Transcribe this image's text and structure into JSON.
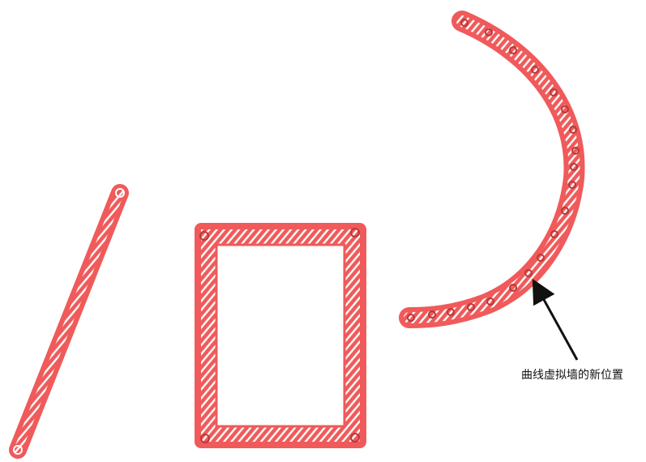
{
  "annotation": {
    "text": "曲线虚拟墙的新位置"
  },
  "colors": {
    "wall": "#f05a5a",
    "hatch": "#ffffff",
    "arrow": "#111111",
    "text": "#111111",
    "background": "#ffffff"
  },
  "shapes": [
    {
      "kind": "straight-virtual-wall"
    },
    {
      "kind": "rectangular-virtual-wall"
    },
    {
      "kind": "curved-virtual-wall"
    }
  ]
}
